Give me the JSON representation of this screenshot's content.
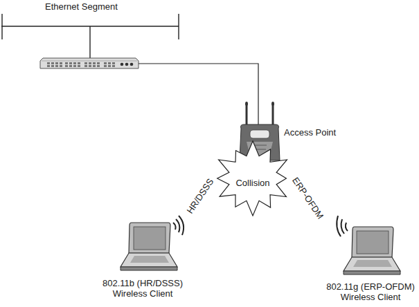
{
  "diagram": {
    "nodes": [
      {
        "text": [
          "Collision"
        ]
      }
    ],
    "labels": [
      "Ethernet Segment",
      "Access Point",
      "HR/DSSS",
      "ERP-OFDM",
      "802.11b (HR/DSSS) Wireless Client",
      "802.11g (ERP-OFDM) Wireless Client"
    ]
  }
}
